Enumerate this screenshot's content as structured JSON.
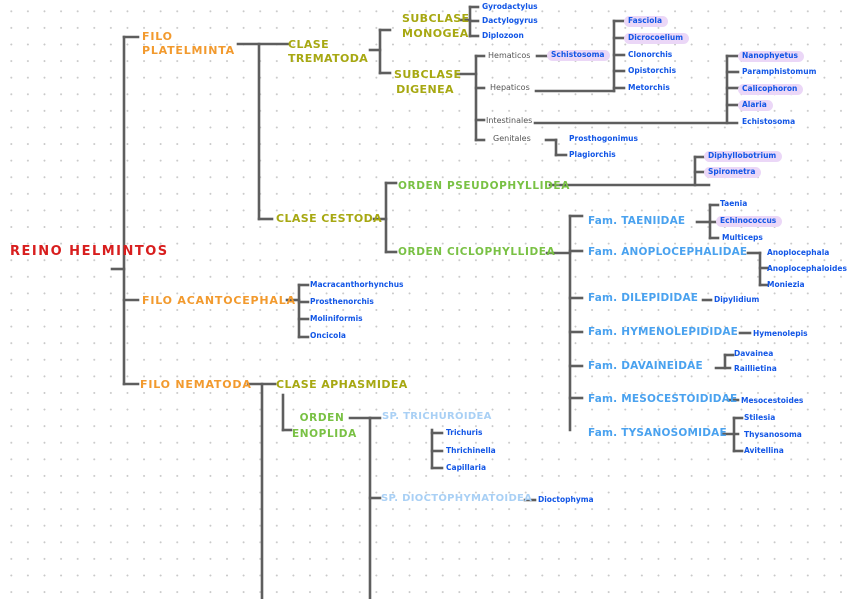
{
  "reino": "REINO HELMINTOS",
  "platelminta": {
    "label": "FILO PLATELMINTA",
    "trematoda": {
      "label": "CLASE TREMATODA",
      "monogea": {
        "label": "SUBCLASE MONOGEA",
        "genera": [
          "Gyrodactylus",
          "Dactylogyrus",
          "Diplozoon"
        ]
      },
      "digenea": {
        "label": "SUBCLASE DIGENEA",
        "hematicos": {
          "label": "Hematicos",
          "genus": "Schistosoma"
        },
        "hepaticos": {
          "label": "Hepaticos",
          "genera": [
            "Fasciola",
            "Dicrocoelium",
            "Clonorchis",
            "Opistorchis",
            "Metorchis"
          ]
        },
        "intestinales": {
          "label": "Intestinales",
          "genera": [
            "Nanophyetus",
            "Paramphistomum",
            "Calicophoron",
            "Alaria",
            "Echistosoma"
          ]
        },
        "genitales": {
          "label": "Genitales",
          "genera": [
            "Prosthogonimus",
            "Plagiorchis"
          ]
        }
      }
    },
    "cestoda": {
      "label": "CLASE CESTODA",
      "pseudophyllidea": {
        "label": "ORDEN PSEUDOPHYLLIDEA",
        "genera": [
          "Diphyllobotrium",
          "Spirometra"
        ]
      },
      "ciclophyllidea": {
        "label": "ORDEN CICLOPHYLLIDEA",
        "families": [
          {
            "label": "Fam. TAENIIDAE",
            "genera": [
              "Taenia",
              "Echinococcus",
              "Multiceps"
            ]
          },
          {
            "label": "Fam. ANOPLOCEPHALIDAE",
            "genera": [
              "Anoplocephala",
              "Anoplocephaloides",
              "Moniezia"
            ]
          },
          {
            "label": "Fam. DILEPIDIDAE",
            "genera": [
              "Dipylidium"
            ]
          },
          {
            "label": "Fam. HYMENOLEPIDIDAE",
            "genera": [
              "Hymenolepis"
            ]
          },
          {
            "label": "Fam. DAVAINEIDAE",
            "genera": [
              "Davainea",
              "Raillietina"
            ]
          },
          {
            "label": "Fam. MESOCESTOIDIDAE",
            "genera": [
              "Mesocestoides"
            ]
          },
          {
            "label": "Fam. TYSANOSOMIDAE",
            "genera": [
              "Stilesia",
              "Thysanosoma",
              "Avitellina"
            ]
          }
        ]
      }
    }
  },
  "acantocephala": {
    "label": "FILO ACANTOCEPHALA",
    "genera": [
      "Macracanthorhynchus",
      "Prosthenorchis",
      "Moliniformis",
      "Oncicola"
    ]
  },
  "nematoda": {
    "label": "FILO NEMATODA",
    "aphasmidea": {
      "label": "CLASE APHASMIDEA",
      "enoplida": {
        "label": "ORDEN ENOPLIDA",
        "trichuroidea": {
          "label": "SP. TRICHUROIDEA",
          "genera": [
            "Trichuris",
            "Thrichinella",
            "Capillaria"
          ]
        },
        "dioctophymatoidea": {
          "label": "SP. DIOCTOPHYMATOIDEA",
          "genera": [
            "Dioctophyma"
          ]
        }
      }
    }
  },
  "colors": {
    "reino": "#d81e1e",
    "filo": "#f29a2e",
    "clase": "#a7a812",
    "orden": "#79c144",
    "familia": "#4aa2ef",
    "superfamilia": "#a9d0f5",
    "genero": "#1256e6",
    "highlight": "#ebd7f7",
    "lines": "#5e5e5e"
  }
}
